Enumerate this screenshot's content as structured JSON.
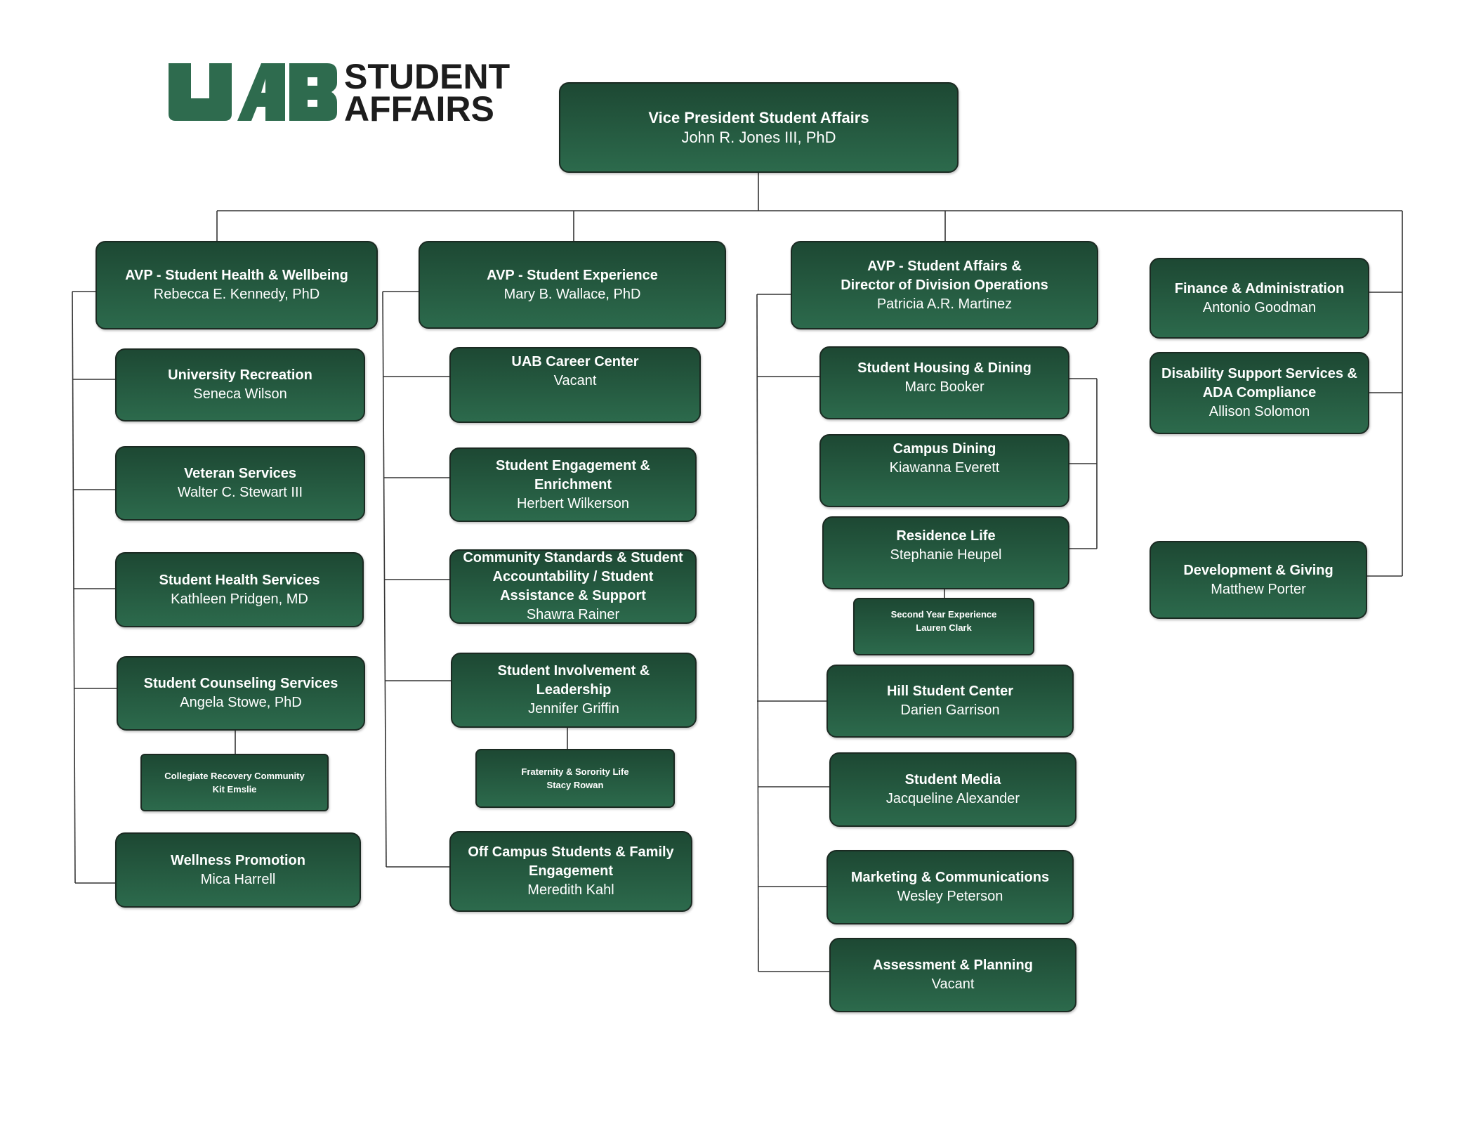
{
  "logo": {
    "mark": "UAB",
    "line1": "STUDENT",
    "line2": "AFFAIRS",
    "color": "#2e6b4e"
  },
  "colors": {
    "box_top": "#1d4833",
    "box_bottom": "#2c6a4c",
    "line": "#333333"
  },
  "vp": {
    "title": "Vice President Student Affairs",
    "name": "John R. Jones III, PhD"
  },
  "health": {
    "head": {
      "title": "AVP - Student Health & Wellbeing",
      "name": "Rebecca E. Kennedy, PhD"
    },
    "rec": {
      "title": "University Recreation",
      "name": "Seneca Wilson"
    },
    "vet": {
      "title": "Veteran Services",
      "name": "Walter C. Stewart III"
    },
    "shs": {
      "title": "Student Health Services",
      "name": "Kathleen Pridgen, MD"
    },
    "scs": {
      "title": "Student Counseling Services",
      "name": "Angela Stowe, PhD"
    },
    "crc": {
      "title": "Collegiate Recovery Community",
      "name": "Kit Emslie"
    },
    "well": {
      "title": "Wellness Promotion",
      "name": "Mica Harrell"
    }
  },
  "experience": {
    "head": {
      "title": "AVP - Student Experience",
      "name": "Mary B. Wallace, PhD"
    },
    "career": {
      "title": "UAB Career Center",
      "name": "Vacant"
    },
    "engage": {
      "title": "Student Engagement &\nEnrichment",
      "name": "Herbert Wilkerson"
    },
    "community": {
      "title": "Community Standards & Student\nAccountability / Student\nAssistance & Support",
      "name": "Shawra Rainer"
    },
    "involve": {
      "title": "Student Involvement &\nLeadership",
      "name": "Jennifer Griffin"
    },
    "greek": {
      "title": "Fraternity & Sorority Life",
      "name": "Stacy Rowan"
    },
    "offcampus": {
      "title": "Off Campus Students & Family\nEngagement",
      "name": "Meredith Kahl"
    }
  },
  "operations": {
    "head": {
      "title": "AVP - Student Affairs &\nDirector of Division Operations",
      "name": "Patricia A.R. Martinez"
    },
    "housing": {
      "title": "Student Housing & Dining",
      "name": "Marc Booker"
    },
    "dining": {
      "title": "Campus Dining",
      "name": "Kiawanna Everett"
    },
    "reslife": {
      "title": "Residence Life",
      "name": "Stephanie Heupel"
    },
    "secondyear": {
      "title": "Second Year Experience",
      "name": "Lauren Clark"
    },
    "hill": {
      "title": "Hill Student Center",
      "name": "Darien Garrison"
    },
    "media": {
      "title": "Student Media",
      "name": "Jacqueline Alexander"
    },
    "marketing": {
      "title": "Marketing & Communications",
      "name": "Wesley Peterson"
    },
    "assessment": {
      "title": "Assessment & Planning",
      "name": "Vacant"
    }
  },
  "direct": {
    "finance": {
      "title": "Finance & Administration",
      "name": "Antonio Goodman"
    },
    "disability": {
      "title": "Disability Support Services &\nADA Compliance",
      "name": "Allison Solomon"
    },
    "development": {
      "title": "Development & Giving",
      "name": "Matthew Porter"
    }
  }
}
